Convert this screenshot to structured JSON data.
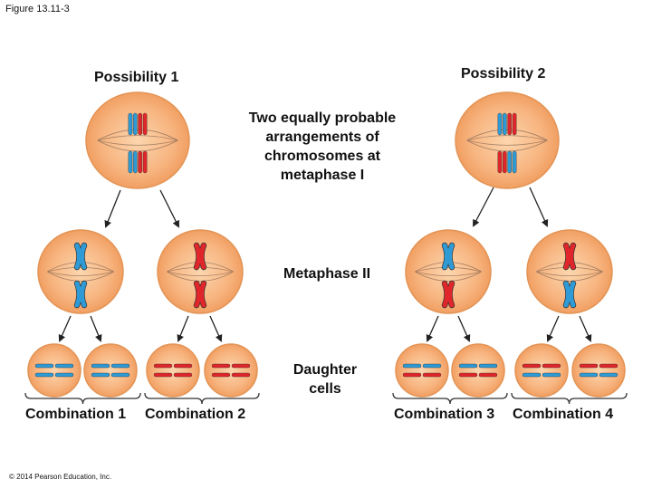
{
  "figure_label": "Figure 13.11-3",
  "possibility_1": "Possibility 1",
  "possibility_2": "Possibility 2",
  "metaphase_1_caption": [
    "Two equally probable",
    "arrangements of",
    "chromosomes at",
    "metaphase I"
  ],
  "metaphase_2_caption": "Metaphase II",
  "daughter_caption": [
    "Daughter",
    "cells"
  ],
  "combinations": [
    "Combination 1",
    "Combination 2",
    "Combination 3",
    "Combination 4"
  ],
  "copyright": "© 2014 Pearson Education, Inc.",
  "colors": {
    "cell_fill": "#f6b27c",
    "cell_center": "#fbd2a8",
    "cell_edge": "#e39455",
    "chromosome_blue": "#2e9bd6",
    "chromosome_red": "#e0262b",
    "spindle": "#8a6a55",
    "arrow": "#222222"
  }
}
